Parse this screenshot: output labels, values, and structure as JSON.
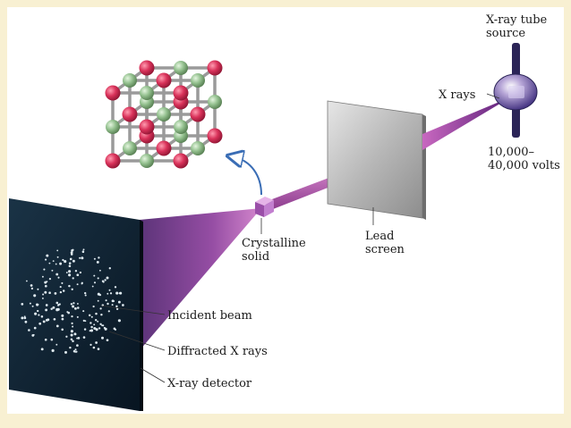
{
  "labels": {
    "tube_source": [
      "X-ray tube",
      "source"
    ],
    "x_rays": "X rays",
    "voltage": [
      "10,000–",
      "40,000 volts"
    ],
    "lead_screen": [
      "Lead",
      "screen"
    ],
    "crystalline_solid": [
      "Crystalline",
      "solid"
    ],
    "incident_beam": "Incident beam",
    "diffracted_rays": "Diffracted X rays",
    "detector": "X-ray detector"
  },
  "colors": {
    "background_border": "#f8f0d2",
    "beam_purple": "#6a2a8a",
    "beam_magenta": "#c060b8",
    "detector_dark": "#0d1c2a",
    "atom_red": "#d9325a",
    "atom_green": "#93c08e",
    "lattice_gray": "#9a9a9a",
    "arrow_blue": "#3a6db5"
  }
}
